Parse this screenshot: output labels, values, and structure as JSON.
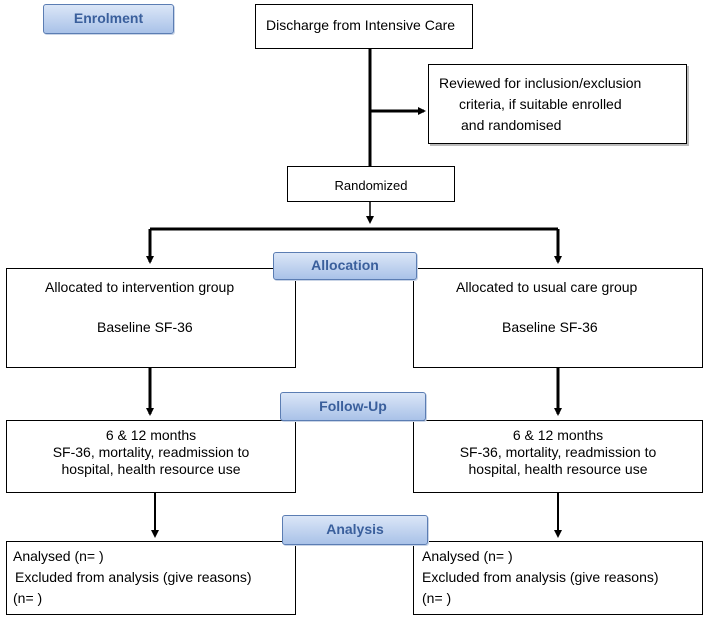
{
  "labels": {
    "enrolment": "Enrolment",
    "allocation": "Allocation",
    "follow_up": "Follow-Up",
    "analysis": "Analysis"
  },
  "discharge": "Discharge from Intensive Care",
  "reviewed": [
    "Reviewed for inclusion/exclusion",
    "criteria, if suitable enrolled",
    "and randomised"
  ],
  "randomized": "Randomized",
  "left_alloc": {
    "title": "Allocated to intervention group",
    "baseline": "Baseline SF-36"
  },
  "right_alloc": {
    "title": "Allocated to usual care group",
    "baseline": "Baseline SF-36"
  },
  "followup": {
    "line1": "6 & 12 months",
    "line2": "SF-36, mortality, readmission to",
    "line3": "hospital, health resource use"
  },
  "analysis_box": {
    "line1": "Analysed  (n=  )",
    "line2": "Excluded from analysis (give reasons)",
    "line3": "(n=  )"
  },
  "colors": {
    "label_fill": "#a9c2e8",
    "label_text": "#3a5f9c",
    "line": "#000000"
  }
}
